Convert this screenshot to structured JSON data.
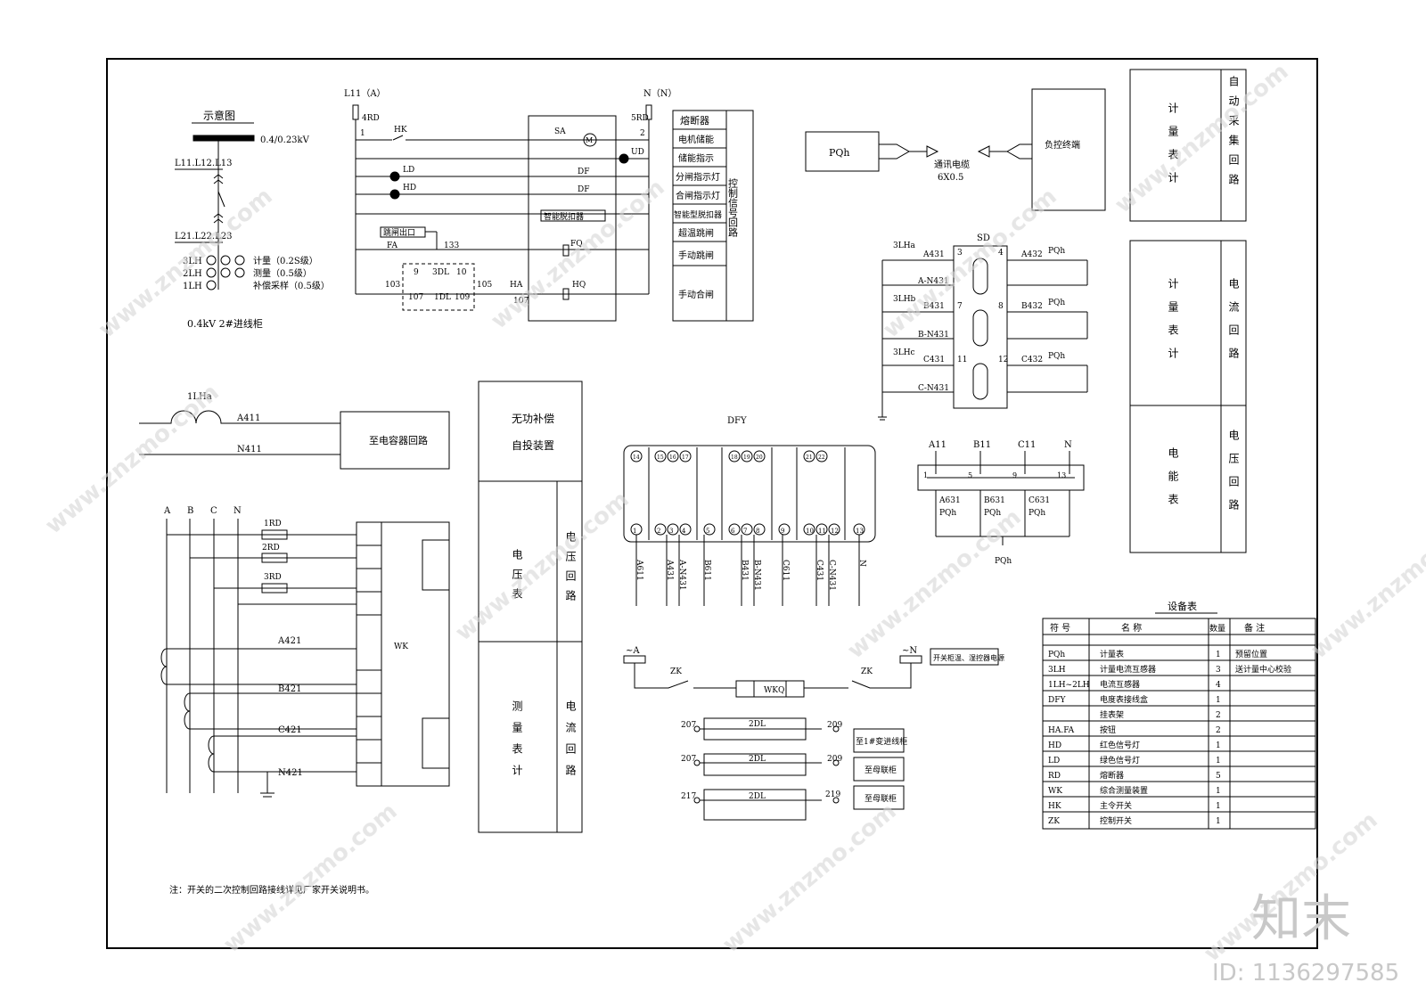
{
  "schematic": {
    "title": "示意图",
    "voltage": "0.4/0.23kV",
    "busbar_upper": "L11.L12.L13",
    "busbar_lower": "L21.L22.L23",
    "ct_rows": [
      "3LH",
      "2LH",
      "1LH"
    ],
    "ct_notes": [
      "计量（0.2S级）",
      "测量（0.5级）",
      "补偿采样（0.5级）"
    ],
    "cabinet": "0.4kV 2#进线柜"
  },
  "control": {
    "supply_left": "L11（A）",
    "supply_right": "N（N）",
    "fuse_left": "4RD",
    "fuse_right": "5RD",
    "node_left": "1",
    "node_right": "2",
    "labels": [
      "HK",
      "SA",
      "M",
      "UD",
      "LD",
      "DF",
      "HD",
      "DF",
      "跳闸出口",
      "FA",
      "133",
      "FQ",
      "9",
      "3DL",
      "10",
      "103",
      "107",
      "1DL",
      "109",
      "105",
      "HA",
      "107",
      "HQ"
    ],
    "smart_release": "智能脱扣器",
    "legend": [
      "熔断器",
      "电机储能",
      "储能指示",
      "分闸指示灯",
      "合闸指示灯",
      "智能型脱扣器",
      "超温跳闸",
      "手动跳闸",
      "手动合闸"
    ],
    "legend_side": "控制信号回路"
  },
  "comm": {
    "meter": "PQh",
    "cable_label": "通讯电缆",
    "cable_spec": "6X0.5",
    "terminal": "负控终端"
  },
  "side_boxes": {
    "box1_left": "计量表计",
    "box1_right": "自动采集回路",
    "box2_top_left": "计量表计",
    "box2_top_right": "电流回路",
    "box2_bottom_left": "电能表",
    "box2_bottom_right": "电压回路"
  },
  "sd": {
    "title": "SD",
    "ct": [
      "3LHa",
      "3LHb",
      "3LHc"
    ],
    "wires_in": [
      "A431",
      "A-N431",
      "B431",
      "B-N431",
      "C431",
      "C-N431"
    ],
    "terms": [
      "3",
      "4",
      "7",
      "8",
      "11",
      "12"
    ],
    "wires_out": [
      "A432",
      "B432",
      "C432"
    ],
    "pqh": "PQh"
  },
  "capacitor": {
    "ct": "1LHa",
    "wire_a": "A411",
    "wire_n": "N411",
    "target": "至电容器回路"
  },
  "compensation": {
    "title_1": "无功补偿",
    "title_2": "自投装置",
    "left_mid": "电压表",
    "right_mid": "电压回路",
    "left_bot": "测量表计",
    "right_bot": "电流回路"
  },
  "dfy": {
    "title": "DFY",
    "top_terms": [
      "14",
      "15",
      "16",
      "17",
      "18",
      "19",
      "20",
      "21",
      "22"
    ],
    "bottom_terms": [
      "1",
      "2",
      "3",
      "4",
      "5",
      "6",
      "7",
      "8",
      "9",
      "10",
      "11",
      "12",
      "13"
    ],
    "wires": [
      "A611",
      "A431",
      "A-N431",
      "B611",
      "B431",
      "B-N431",
      "C611",
      "C431",
      "C-N431",
      "N"
    ]
  },
  "pt": {
    "phases": [
      "A11",
      "B11",
      "C11",
      "N"
    ],
    "terms": [
      "1",
      "5",
      "9",
      "13"
    ],
    "outputs": [
      "A631",
      "B631",
      "C631"
    ],
    "pqh": "PQh",
    "pqh_bottom": "PQh"
  },
  "wk": {
    "phases": [
      "A",
      "B",
      "C",
      "N"
    ],
    "fuses": [
      "1RD",
      "2RD",
      "3RD"
    ],
    "wires": [
      "A421",
      "B421",
      "C421",
      "N421"
    ],
    "device": "WK"
  },
  "power": {
    "left": "~A",
    "right": "~N",
    "switch": "ZK",
    "device": "WKQ",
    "note": "开关柜温、湿控器电源"
  },
  "aux": [
    {
      "left": "207",
      "dl": "2DL",
      "right": "209",
      "target": "至1#变进线柜"
    },
    {
      "left": "207",
      "dl": "2DL",
      "right": "209",
      "target": "至母联柜"
    },
    {
      "left": "217",
      "dl": "2DL",
      "right": "219",
      "target": "至母联柜"
    }
  ],
  "equipment_table": {
    "title": "设备表",
    "headers": [
      "符 号",
      "名 称",
      "数量",
      "备 注"
    ],
    "rows": [
      [
        "PQh",
        "计量表",
        "1",
        "预留位置"
      ],
      [
        "3LH",
        "计量电流互感器",
        "3",
        "送计量中心校验"
      ],
      [
        "1LH~2LH",
        "电流互感器",
        "4",
        ""
      ],
      [
        "DFY",
        "电度表接线盒",
        "1",
        ""
      ],
      [
        "",
        "挂表架",
        "2",
        ""
      ],
      [
        "HA.FA",
        "按钮",
        "2",
        ""
      ],
      [
        "HD",
        "红色信号灯",
        "1",
        ""
      ],
      [
        "LD",
        "绿色信号灯",
        "1",
        ""
      ],
      [
        "RD",
        "熔断器",
        "5",
        ""
      ],
      [
        "WK",
        "综合测量装置",
        "1",
        ""
      ],
      [
        "HK",
        "主令开关",
        "1",
        ""
      ],
      [
        "ZK",
        "控制开关",
        "1",
        ""
      ]
    ]
  },
  "note": "注：开关的二次控制回路接线详见厂家开关说明书。",
  "watermark": {
    "url": "www.znzmo.com",
    "brand": "知末",
    "id": "ID: 1136297585"
  }
}
